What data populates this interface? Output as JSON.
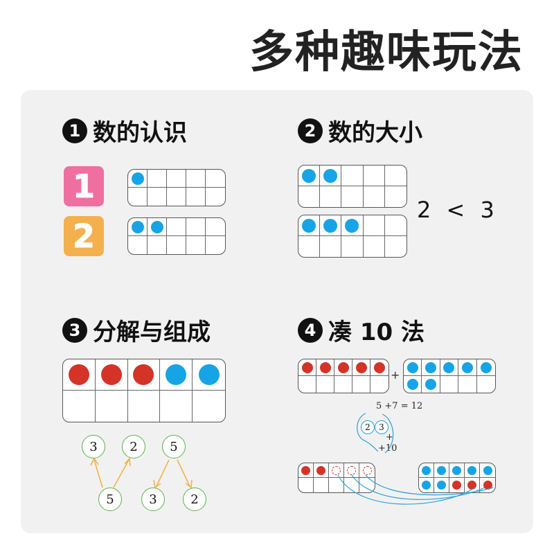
{
  "page_title": "多种趣味玩法",
  "sections": [
    {
      "num": "1",
      "title": "数的认识"
    },
    {
      "num": "2",
      "title": "数的大小"
    },
    {
      "num": "3",
      "title": "分解与组成"
    },
    {
      "num": "4",
      "title": "凑 10 法"
    }
  ],
  "recognize": {
    "cards": [
      {
        "glyph": "1",
        "color": "#ee6fa0"
      },
      {
        "glyph": "2",
        "color": "#f4b04c"
      }
    ],
    "frames": [
      {
        "blue": 1
      },
      {
        "blue": 2
      }
    ]
  },
  "compare": {
    "frames": [
      {
        "blue": 2
      },
      {
        "blue": 3
      }
    ],
    "expression": "2 < 3"
  },
  "decompose": {
    "frame": {
      "red": 3,
      "blue": 2
    },
    "trees": [
      {
        "top": [
          "3",
          "2"
        ],
        "bottom": "5"
      },
      {
        "top": "5",
        "bottom": [
          "3",
          "2"
        ]
      }
    ]
  },
  "make_ten": {
    "frame_left": {
      "red": 5
    },
    "plus": "+",
    "frame_right": {
      "blue": 7
    },
    "equation": "5 +7 = 12",
    "split": [
      "2",
      "3"
    ],
    "plus_mark": "+",
    "plus_ten": "+10",
    "frame_bottom_left": {
      "red": 2,
      "hollow": 3
    },
    "frame_bottom_right": {
      "blue": 7,
      "red": 3
    }
  },
  "colors": {
    "blue": "#16a4e6",
    "red": "#d43328",
    "green": "#5bb24a",
    "arrow": "#f2b24a",
    "curve": "#2a9fd8"
  }
}
